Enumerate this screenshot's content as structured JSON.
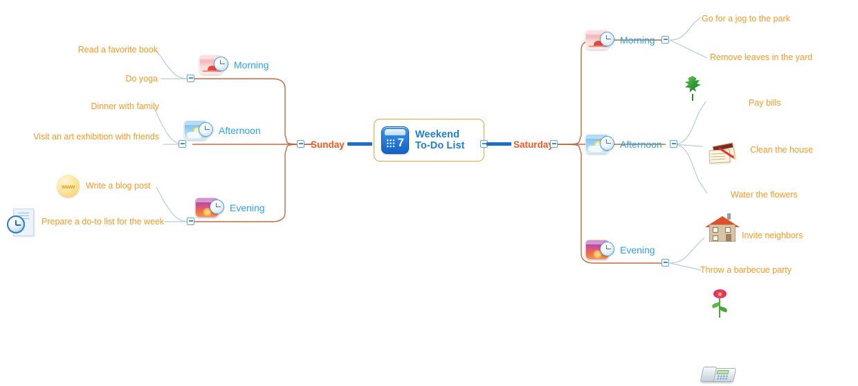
{
  "central": {
    "title_line1": "Weekend",
    "title_line2": "To-Do List",
    "day_number": "7",
    "icon": "calendar-icon",
    "accent": "#1B7FD4",
    "border": "#E8A33D"
  },
  "colors": {
    "task_text": "#F59A23",
    "period_text": "#29A3E3",
    "day_text": "#F4551E",
    "branch_line": "#C06A3C",
    "leaf_line": "#B9CBD8",
    "thick_link": "#1C6FC9"
  },
  "days": [
    {
      "name": "Sunday",
      "side": "left"
    },
    {
      "name": "Saturday",
      "side": "right"
    }
  ],
  "branches": {
    "sunday": [
      {
        "period": "Morning",
        "icon": "sunrise-clock-icon",
        "tasks": [
          {
            "text": "Read a favorite book",
            "icon": null
          },
          {
            "text": "Do yoga",
            "icon": null
          }
        ]
      },
      {
        "period": "Afternoon",
        "icon": "daytime-clock-icon",
        "tasks": [
          {
            "text": "Dinner with family",
            "icon": null
          },
          {
            "text": "Visit an art exhibition with friends",
            "icon": null
          }
        ]
      },
      {
        "period": "Evening",
        "icon": "sunset-clock-icon",
        "tasks": [
          {
            "text": "Write a blog post",
            "icon": "www-icon"
          },
          {
            "text": "Prepare a do-to list for the week",
            "icon": "document-clock-icon"
          }
        ]
      }
    ],
    "saturday": [
      {
        "period": "Morning",
        "icon": "sunrise-clock-icon",
        "tasks": [
          {
            "text": "Go for a jog to the park",
            "icon": null
          },
          {
            "text": "Remove leaves in the yard",
            "icon": "leaf-icon"
          }
        ]
      },
      {
        "period": "Afternoon",
        "icon": "daytime-clock-icon",
        "tasks": [
          {
            "text": "Pay bills",
            "icon": "bills-pen-icon"
          },
          {
            "text": "Clean the house",
            "icon": "house-icon"
          },
          {
            "text": "Water the flowers",
            "icon": "flower-icon"
          }
        ]
      },
      {
        "period": "Evening",
        "icon": "sunset-clock-icon",
        "tasks": [
          {
            "text": "Invite neighbors",
            "icon": "telephone-icon"
          },
          {
            "text": "Throw a barbecue party",
            "icon": null
          }
        ]
      }
    ]
  }
}
